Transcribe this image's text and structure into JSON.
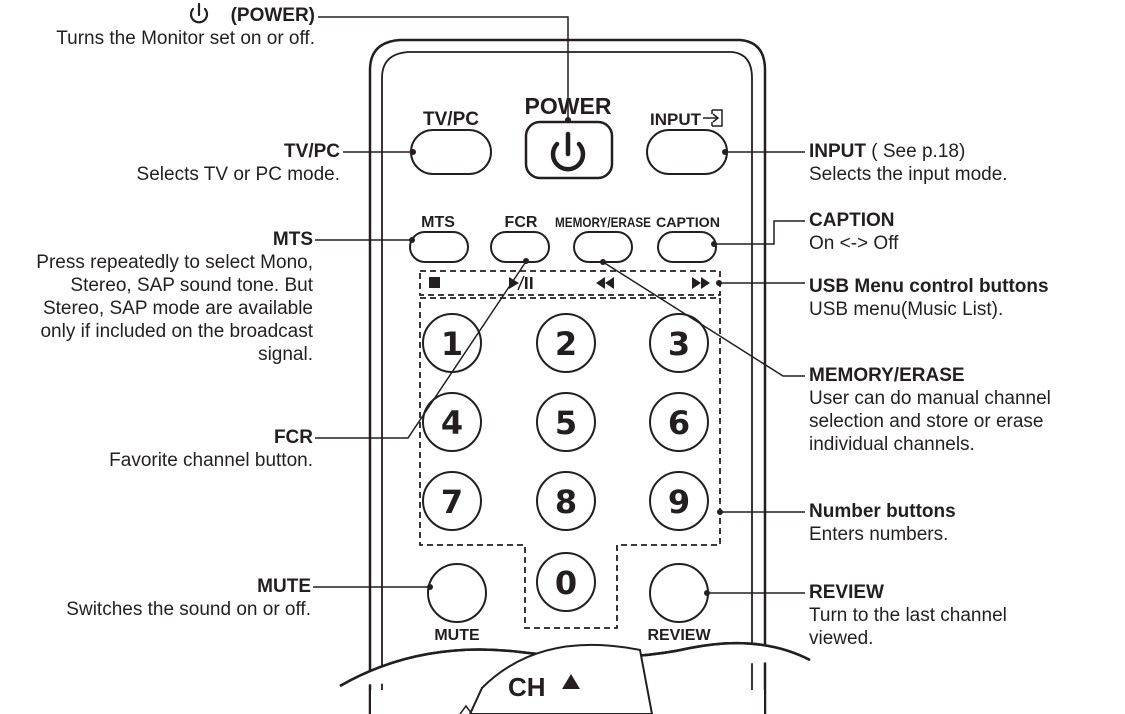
{
  "remote": {
    "power_label": "POWER",
    "tvpc_label": "TV/PC",
    "input_label": "INPUT",
    "mts_label": "MTS",
    "fcr_label": "FCR",
    "memory_label": "MEMORY/ERASE",
    "caption_label": "CAPTION",
    "usb_symbols": [
      "■",
      "►/II",
      "◄◄",
      "►►"
    ],
    "numbers": [
      "1",
      "2",
      "3",
      "4",
      "5",
      "6",
      "7",
      "8",
      "9",
      "0"
    ],
    "mute_label": "MUTE",
    "review_label": "REVIEW",
    "ch_label": "CH"
  },
  "callouts": {
    "power": {
      "title": "(POWER)",
      "desc": "Turns the Monitor set on or off."
    },
    "tvpc": {
      "title": "TV/PC",
      "desc": "Selects TV or PC mode."
    },
    "mts": {
      "title": "MTS",
      "desc": "Press repeatedly to select Mono, Stereo, SAP sound tone. But Stereo, SAP mode are available only if included on the broadcast signal."
    },
    "fcr": {
      "title": "FCR",
      "desc": "Favorite channel button."
    },
    "mute": {
      "title": "MUTE",
      "desc": "Switches the sound on or off."
    },
    "input": {
      "title": "INPUT",
      "note": " ( See p.18)",
      "desc": "Selects the input mode."
    },
    "caption": {
      "title": "CAPTION",
      "desc": "On <-> Off"
    },
    "usb": {
      "title": "USB Menu control buttons",
      "desc": "USB menu(Music List)."
    },
    "memory": {
      "title": "MEMORY/ERASE",
      "desc": "User can do manual channel selection and store or erase individual channels."
    },
    "number": {
      "title": "Number buttons",
      "desc": "Enters numbers."
    },
    "review": {
      "title": "REVIEW",
      "desc": "Turn to the last channel viewed."
    }
  }
}
